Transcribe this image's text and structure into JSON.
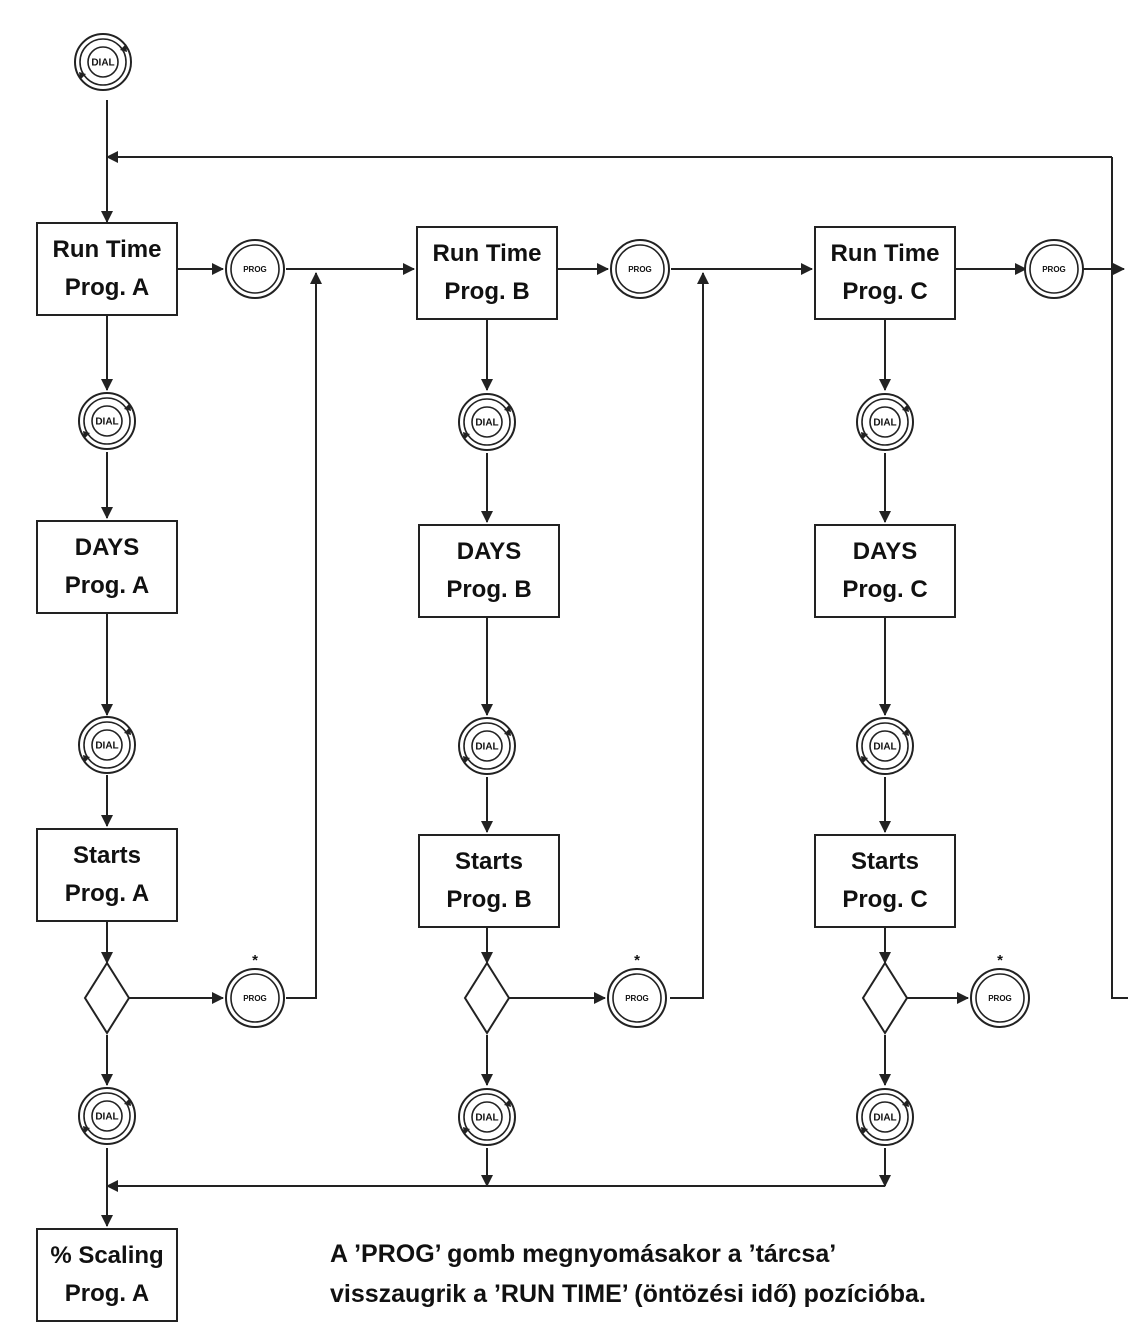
{
  "boxes": {
    "runtime_a": {
      "line1": "Run Time",
      "line2": "Prog. A"
    },
    "runtime_b": {
      "line1": "Run Time",
      "line2": "Prog. B"
    },
    "runtime_c": {
      "line1": "Run Time",
      "line2": "Prog. C"
    },
    "days_a": {
      "line1": "DAYS",
      "line2": "Prog. A"
    },
    "days_b": {
      "line1": "DAYS",
      "line2": "Prog. B"
    },
    "days_c": {
      "line1": "DAYS",
      "line2": "Prog. C"
    },
    "starts_a": {
      "line1": "Starts",
      "line2": "Prog. A"
    },
    "starts_b": {
      "line1": "Starts",
      "line2": "Prog. B"
    },
    "starts_c": {
      "line1": "Starts",
      "line2": "Prog. C"
    },
    "scaling_a": {
      "line1": "% Scaling",
      "line2": "Prog. A"
    }
  },
  "buttons": {
    "dial_label": "DIAL",
    "prog_label": "PROG",
    "asterisk": "*"
  },
  "note": {
    "line1": "A ’PROG’ gomb megnyomásakor a ’tárcsa’",
    "line2": "visszaugrik a ’RUN TIME’ (öntözési idő) pozícióba."
  }
}
